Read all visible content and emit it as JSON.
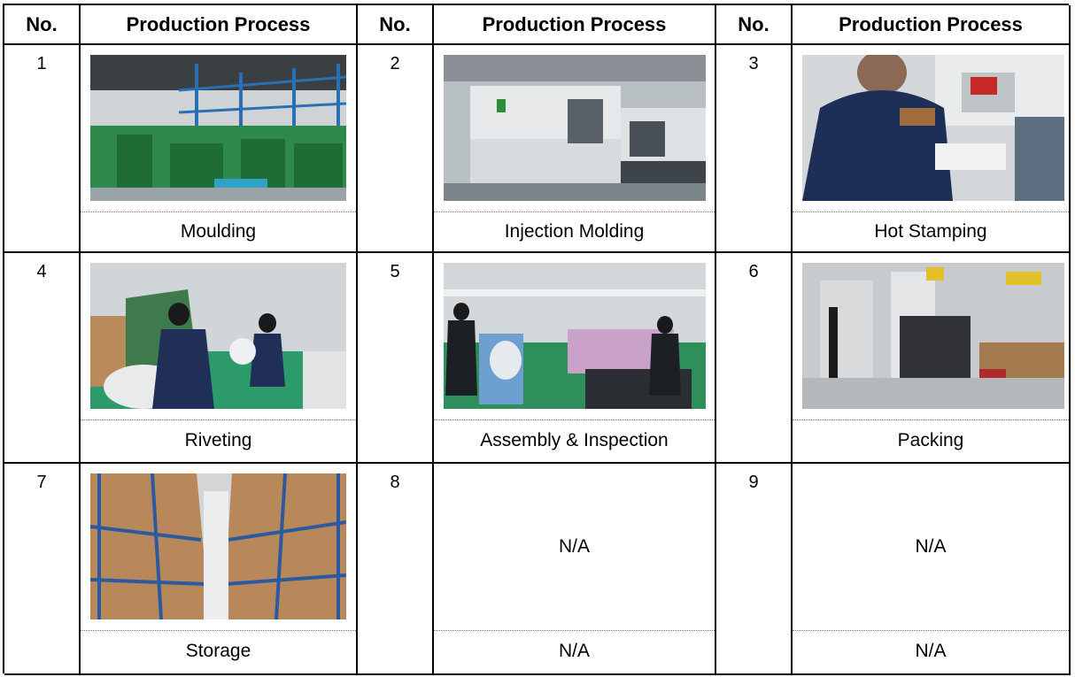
{
  "headers": {
    "no_label": "No.",
    "process_label": "Production Process"
  },
  "rows": [
    [
      {
        "no": "1",
        "caption": "Moulding",
        "photo": "moulding-photo"
      },
      {
        "no": "2",
        "caption": "Injection Molding",
        "photo": "injection-molding-photo"
      },
      {
        "no": "3",
        "caption": "Hot Stamping",
        "photo": "hot-stamping-photo"
      }
    ],
    [
      {
        "no": "4",
        "caption": "Riveting",
        "photo": "riveting-photo"
      },
      {
        "no": "5",
        "caption": "Assembly & Inspection",
        "photo": "assembly-inspection-photo"
      },
      {
        "no": "6",
        "caption": "Packing",
        "photo": "packing-photo"
      }
    ],
    [
      {
        "no": "7",
        "caption": "Storage",
        "photo": "storage-photo"
      },
      {
        "no": "8",
        "caption": "N/A",
        "photo_text": "N/A"
      },
      {
        "no": "9",
        "caption": "N/A",
        "photo_text": "N/A"
      }
    ]
  ]
}
